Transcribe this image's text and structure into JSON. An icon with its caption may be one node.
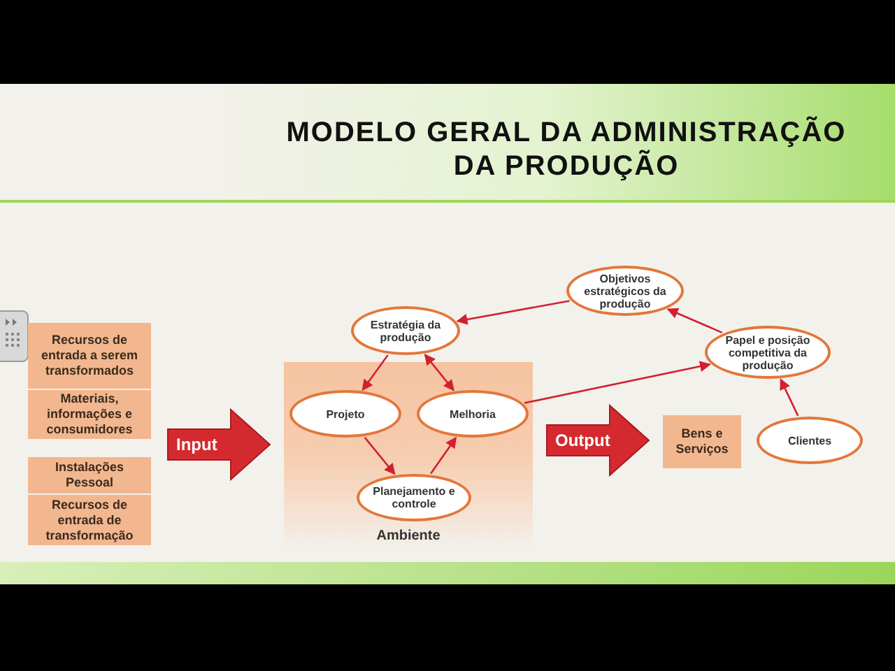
{
  "diagram": {
    "title": "MODELO GERAL DA ADMINISTRAÇÃO DA PRODUÇÃO",
    "nodes": [
      {
        "text": [
          "Recursos de entrada a serem transformados"
        ]
      },
      {
        "text": [
          "Materiais, informações e consumidores"
        ]
      },
      {
        "text": [
          "Instalações Pessoal"
        ]
      },
      {
        "text": [
          "Recursos de entrada de transformação"
        ]
      },
      {
        "text": [
          "Ambiente"
        ]
      },
      {
        "text": [
          "Estratégia da produção"
        ]
      },
      {
        "text": [
          "Projeto"
        ],
        "in": 4
      },
      {
        "text": [
          "Melhoria"
        ],
        "in": 4
      },
      {
        "text": [
          "Planejamento e controle"
        ],
        "in": 4
      },
      {
        "text": [
          "Bens e Serviços"
        ]
      },
      {
        "text": [
          "Objetivos estratégicos da produção"
        ]
      },
      {
        "text": [
          "Papel e posição competitiva da produção"
        ]
      },
      {
        "text": [
          "Clientes"
        ]
      }
    ],
    "edges": [
      {
        "from": 5,
        "to": 6,
        "arrow": "to"
      },
      {
        "from": 5,
        "to": 7,
        "arrow": "both"
      },
      {
        "from": 6,
        "to": 8,
        "arrow": "to"
      },
      {
        "from": 8,
        "to": 7,
        "arrow": "to"
      },
      {
        "from": 7,
        "to": 11,
        "arrow": "to"
      },
      {
        "from": 11,
        "to": 10,
        "arrow": "to"
      },
      {
        "from": 10,
        "to": 5,
        "arrow": "to"
      },
      {
        "from": 12,
        "to": 11,
        "arrow": "to"
      },
      {
        "from": null,
        "to": 4,
        "arrow": "to",
        "label": "Input",
        "style": "thick"
      },
      {
        "from": 4,
        "to": 9,
        "arrow": "to",
        "label": "Output",
        "style": "thick"
      }
    ]
  }
}
